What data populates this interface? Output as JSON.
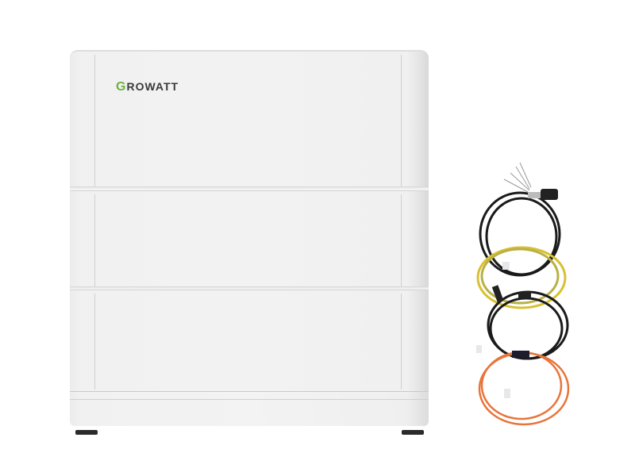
{
  "product": {
    "brand_initial": "G",
    "brand_rest": "ROWATT",
    "brand_colors": {
      "initial": "#6cb33f",
      "text": "#3a3a3a"
    },
    "battery_modules": 3,
    "body_color": "#f2f2f2"
  },
  "accessories": {
    "cables": [
      {
        "name": "communication-cable",
        "color": "#1a1a1a"
      },
      {
        "name": "ground-cable",
        "color": "#d8c030"
      },
      {
        "name": "power-cable",
        "color": "#1a1a1a"
      },
      {
        "name": "network-cable",
        "color": "#e8743a"
      }
    ]
  }
}
